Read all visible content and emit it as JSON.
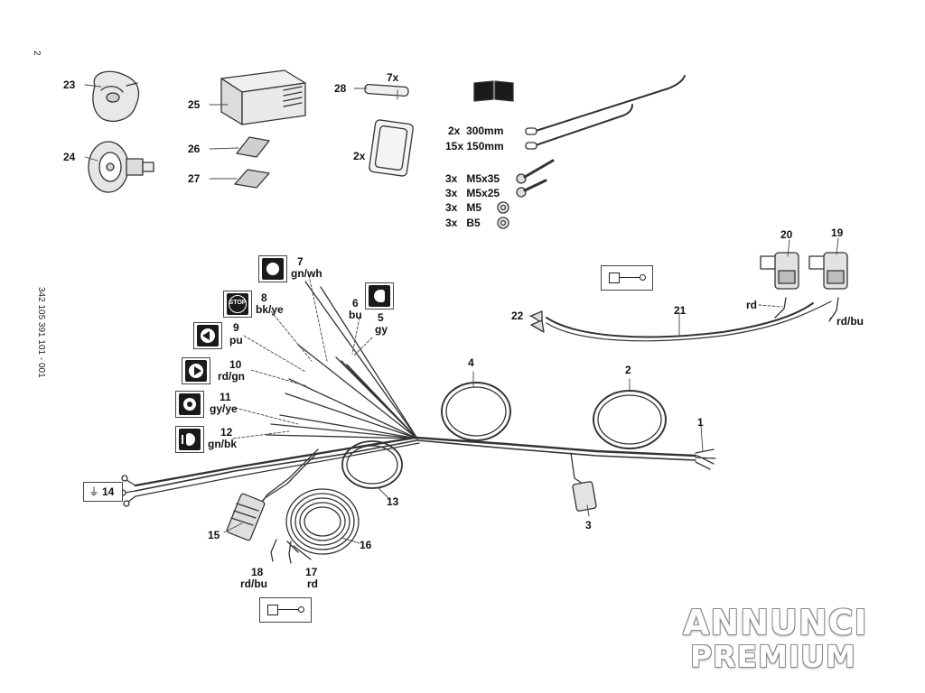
{
  "page_marker": "2",
  "doc_number": "342 105 391 101 - 001",
  "parts": {
    "p1": "1",
    "p2": "2",
    "p3": "3",
    "p4": "4",
    "p5": "5",
    "p6": "6",
    "p7": "7",
    "p8": "8",
    "p9": "9",
    "p10": "10",
    "p11": "11",
    "p12": "12",
    "p13": "13",
    "p14": "14",
    "p15": "15",
    "p16": "16",
    "p17": "17",
    "p18": "18",
    "p19": "19",
    "p20": "20",
    "p21": "21",
    "p22": "22",
    "p23": "23",
    "p24": "24",
    "p25": "25",
    "p26": "26",
    "p27": "27",
    "p28": "28"
  },
  "wire_colors": {
    "c5": "gy",
    "c6": "bu",
    "c7": "gn/wh",
    "c8": "bk/ye",
    "c9": "pu",
    "c10": "rd/gn",
    "c11": "gy/ye",
    "c12": "gn/bk",
    "c17": "rd",
    "c18": "rd/bu",
    "c19": "rd/bu",
    "c20": "rd"
  },
  "quantities": {
    "fuse": "7x",
    "pad": "2x",
    "tie300": "2x  300mm",
    "tie150": "15x 150mm",
    "m5x35": "3x   M5x35",
    "m5x25": "3x   M5x25",
    "m5": "3x   M5",
    "b5": "3x   B5"
  },
  "icons": {
    "stop": "STOP",
    "fog": "fog-light-icon",
    "reverse": "reverse-light-icon",
    "left": "left-indicator-icon",
    "right": "right-indicator-icon",
    "tail": "tail-light-icon",
    "ground": "ground-icon",
    "manual": "manual-book-icon"
  },
  "watermark": {
    "line1": "ANNUNCI",
    "line2": "PREMIUM"
  }
}
